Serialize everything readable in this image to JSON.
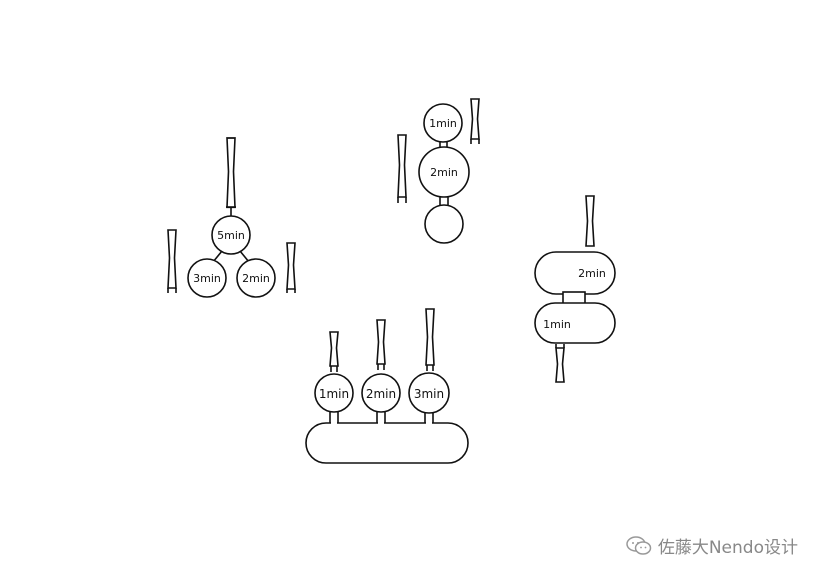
{
  "colors": {
    "ink": "#111111",
    "background": "#ffffff",
    "watermark": "#888888"
  },
  "diagram": {
    "groups": [
      {
        "id": "group-top-left",
        "labels": [
          "5min",
          "3min",
          "2min"
        ]
      },
      {
        "id": "group-top-center",
        "labels": [
          "1min",
          "2min"
        ]
      },
      {
        "id": "group-right",
        "labels": [
          "2min",
          "1min"
        ]
      },
      {
        "id": "group-bottom",
        "labels": [
          "1min",
          "2min",
          "3min"
        ]
      }
    ]
  },
  "watermark": {
    "icon": "wechat-icon",
    "text": "佐藤大Nendo设计"
  }
}
